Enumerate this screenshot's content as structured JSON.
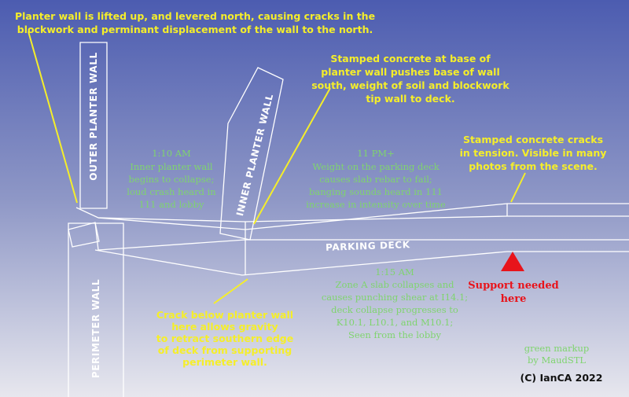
{
  "annotations": {
    "planter_lift": [
      "Planter wall is lifted up, and levered north, causing cracks in the",
      "blockwork and perminant displacement of the wall to the north."
    ],
    "stamped_base": [
      "Stamped concrete at base of",
      "planter wall pushes base of wall",
      "south, weight of soil and blockwork",
      "tip wall to deck."
    ],
    "stamped_tension": [
      "Stamped concrete cracks",
      "in tension. Visible in many",
      "photos from the scene."
    ],
    "crack_below": [
      "Crack below planter wall",
      "here allows gravity",
      "to retract southern edge",
      "of deck from supporting",
      "perimeter wall."
    ]
  },
  "timeline": {
    "t_0110": [
      "1:10  AM",
      "Inner planter wall",
      "begins to collapse;",
      "loud crash heard in",
      "111 and lobby"
    ],
    "t_2300": [
      "11 PM+",
      "Weight on the parking deck",
      "causes slab rebar to fail;",
      "banging sounds heard in 111",
      "increase in intensity over time"
    ],
    "t_0115": [
      "1:15 AM",
      "Zone A slab collapses and",
      "causes punching shear at I14.1;",
      "deck collapse progresses to",
      "K10.1, L10.1, and M10.1;",
      "Seen from the lobby"
    ]
  },
  "labels": {
    "outer_planter_wall": "OUTER PLANTER WALL",
    "inner_planter_wall": "INNER PLANTER WALL",
    "perimeter_wall": "PERIMETER WALL",
    "parking_deck": "PARKING DECK"
  },
  "support": [
    "Support needed",
    "here"
  ],
  "markup_credit": [
    "green markup",
    "by MaudSTL"
  ],
  "copyright": "(C) IanCA 2022",
  "colors": {
    "annotation": "#f5ee2a",
    "timeline": "#7fd46e",
    "support": "#e8141b",
    "lines": "#ffffff",
    "background_top": "#4c5cb0",
    "background_bottom": "#e7e7ee"
  }
}
